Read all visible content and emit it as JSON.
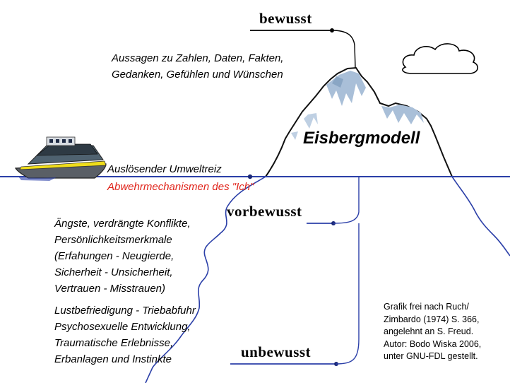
{
  "title": "Eisbergmodell",
  "levels": {
    "conscious": "bewusst",
    "preconscious": "vorbewusst",
    "unconscious": "unbewusst"
  },
  "conscious_text": [
    "Aussagen zu Zahlen, Daten, Fakten,",
    "Gedanken, Gefühlen und Wünschen"
  ],
  "trigger_label": "Auslösender Umweltreiz",
  "defense_label": "Abwehrmechanismen des \"Ich\"",
  "preconscious_text": [
    "Ängste, verdrängte Konflikte,",
    "Persönlichkeitsmerkmale",
    "(Erfahungen - Neugierde,",
    "Sicherheit - Unsicherheit,",
    "Vertrauen - Misstrauen)"
  ],
  "unconscious_text": [
    "Lustbefriedigung - Triebabfuhr",
    "Psychosexuelle Entwicklung,",
    "Traumatische Erlebnisse,",
    "Erbanlagen und Instinkte"
  ],
  "credit": [
    "Grafik frei nach Ruch/",
    "Zimbardo (1974) S. 366,",
    "angelehnt an S. Freud.",
    "Autor: Bodo Wiska 2006,",
    "unter GNU-FDL gestellt."
  ],
  "colors": {
    "water": "#2b3fa8",
    "defense": "#e0241b",
    "iceberg_outline": "#111111",
    "ice_shade": "#a9bfd8",
    "ship_hull": "#5a5f66",
    "ship_deck": "#f0dd1a"
  },
  "icons": [
    "ship-icon",
    "cloud-icon",
    "iceberg-icon"
  ]
}
